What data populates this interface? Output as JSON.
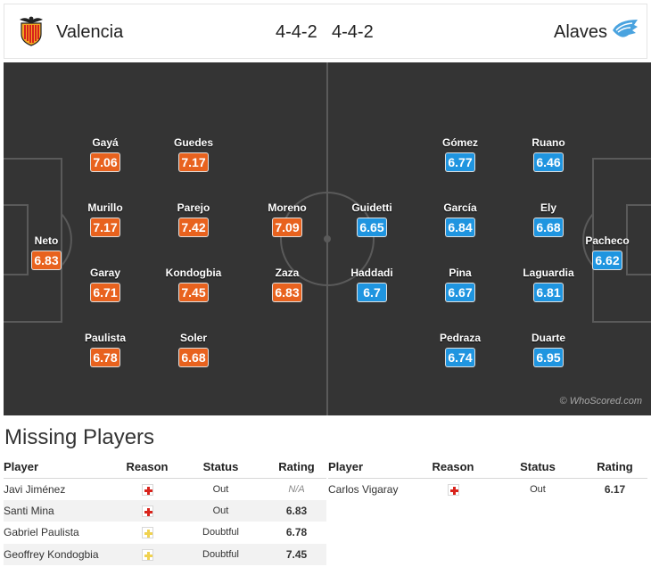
{
  "header": {
    "home_team": "Valencia",
    "away_team": "Alaves",
    "home_formation": "4-4-2",
    "away_formation": "4-4-2",
    "home_crest_icon": "valencia-bat-crest-icon",
    "away_crest_icon": "alaves-crest-icon"
  },
  "pitch": {
    "watermark": "© WhoScored.com",
    "home_players": [
      {
        "name": "Neto",
        "rating": "6.83"
      },
      {
        "name": "Gayá",
        "rating": "7.06"
      },
      {
        "name": "Murillo",
        "rating": "7.17"
      },
      {
        "name": "Garay",
        "rating": "6.71"
      },
      {
        "name": "Paulista",
        "rating": "6.78"
      },
      {
        "name": "Guedes",
        "rating": "7.17"
      },
      {
        "name": "Parejo",
        "rating": "7.42"
      },
      {
        "name": "Kondogbia",
        "rating": "7.45"
      },
      {
        "name": "Soler",
        "rating": "6.68"
      },
      {
        "name": "Moreno",
        "rating": "7.09"
      },
      {
        "name": "Zaza",
        "rating": "6.83"
      }
    ],
    "away_players": [
      {
        "name": "Guidetti",
        "rating": "6.65"
      },
      {
        "name": "Haddadi",
        "rating": "6.7"
      },
      {
        "name": "Gómez",
        "rating": "6.77"
      },
      {
        "name": "García",
        "rating": "6.84"
      },
      {
        "name": "Pina",
        "rating": "6.67"
      },
      {
        "name": "Pedraza",
        "rating": "6.74"
      },
      {
        "name": "Ruano",
        "rating": "6.46"
      },
      {
        "name": "Ely",
        "rating": "6.68"
      },
      {
        "name": "Laguardia",
        "rating": "6.81"
      },
      {
        "name": "Duarte",
        "rating": "6.95"
      },
      {
        "name": "Pacheco",
        "rating": "6.62"
      }
    ],
    "colors": {
      "home": "#e8621e",
      "away": "#1f95e0",
      "pitch": "#343434"
    }
  },
  "missing": {
    "title": "Missing Players",
    "columns": {
      "player": "Player",
      "reason": "Reason",
      "status": "Status",
      "rating": "Rating"
    },
    "home": [
      {
        "player": "Javi Jiménez",
        "reason_icon": "injury-icon",
        "status": "Out",
        "rating": "N/A"
      },
      {
        "player": "Santi Mina",
        "reason_icon": "injury-icon",
        "status": "Out",
        "rating": "6.83"
      },
      {
        "player": "Gabriel Paulista",
        "reason_icon": "doubtful-icon",
        "status": "Doubtful",
        "rating": "6.78"
      },
      {
        "player": "Geoffrey Kondogbia",
        "reason_icon": "doubtful-icon",
        "status": "Doubtful",
        "rating": "7.45"
      }
    ],
    "away": [
      {
        "player": "Carlos Vigaray",
        "reason_icon": "injury-icon",
        "status": "Out",
        "rating": "6.17"
      }
    ]
  }
}
